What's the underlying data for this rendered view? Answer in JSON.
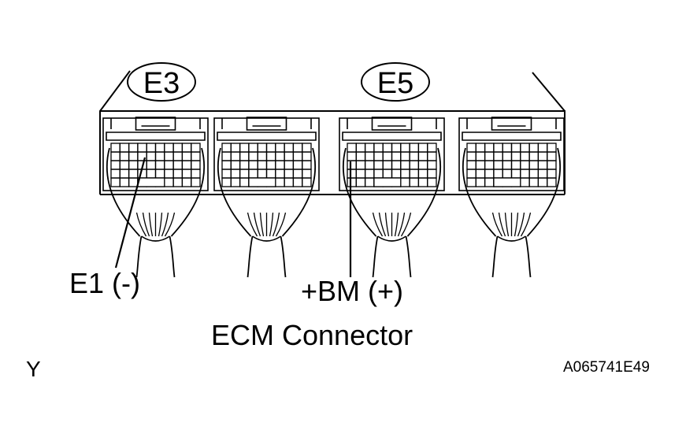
{
  "labels": {
    "e3": "E3",
    "e5": "E5",
    "e1": "E1 (-)",
    "bm": "+BM (+)",
    "caption": "ECM Connector",
    "view": "Y",
    "figure_code": "A065741E49"
  },
  "colors": {
    "ink": "#000000",
    "background": "#ffffff"
  }
}
